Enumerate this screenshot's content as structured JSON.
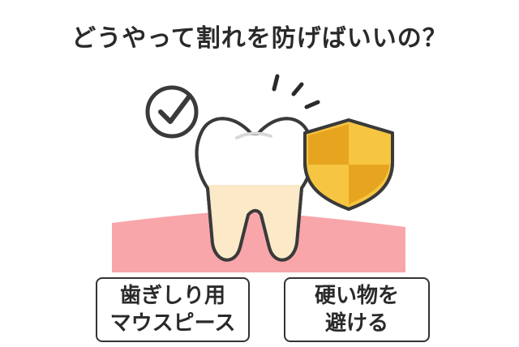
{
  "title": "どうやって割れを防げばいいの？",
  "labels": {
    "left": {
      "line1": "歯ぎしり用",
      "line2": "マウスピース"
    },
    "right": {
      "line1": "硬い物を",
      "line2": "避ける"
    }
  },
  "icons": [
    "check-circle-icon",
    "tooth-icon",
    "shield-icon",
    "emphasis-lines-icon"
  ],
  "colors": {
    "gum": "#f8a6aa",
    "tooth": "#ffffff",
    "tooth_root": "#fbe9c8",
    "shield_light": "#f6c541",
    "shield_dark": "#e7a51f",
    "outline": "#3a3a3a"
  }
}
